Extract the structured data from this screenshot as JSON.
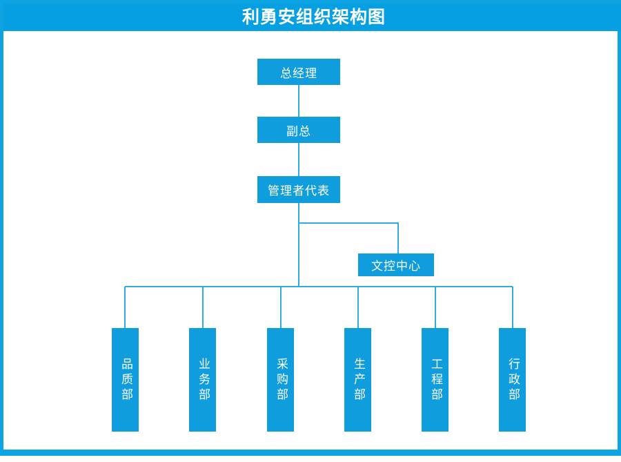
{
  "header": {
    "title": "利勇安组织架构图"
  },
  "colors": {
    "frame_blue": "#0EA3E3",
    "header_blue": "#069FE2",
    "node_fill": "#109DDD",
    "connector_line": "#2BACE3",
    "node_text": "#ffffff",
    "canvas_background": "#ffffff"
  },
  "chart_data": {
    "type": "diagram",
    "title": "利勇安组织架构图",
    "orientation": "top-down",
    "nodes": [
      {
        "id": "gm",
        "label": "总经理",
        "level": 0,
        "shape": "horizontal-box"
      },
      {
        "id": "vgm",
        "label": "副总",
        "level": 1,
        "shape": "horizontal-box"
      },
      {
        "id": "mgr",
        "label": "管理者代表",
        "level": 2,
        "shape": "horizontal-box"
      },
      {
        "id": "doc",
        "label": "文控中心",
        "level": 3,
        "shape": "horizontal-box",
        "staff": true
      },
      {
        "id": "d1",
        "label": "品质部",
        "level": 4,
        "shape": "vertical-box"
      },
      {
        "id": "d2",
        "label": "业务部",
        "level": 4,
        "shape": "vertical-box"
      },
      {
        "id": "d3",
        "label": "采购部",
        "level": 4,
        "shape": "vertical-box"
      },
      {
        "id": "d4",
        "label": "生产部",
        "level": 4,
        "shape": "vertical-box"
      },
      {
        "id": "d5",
        "label": "工程部",
        "level": 4,
        "shape": "vertical-box"
      },
      {
        "id": "d6",
        "label": "行政部",
        "level": 4,
        "shape": "vertical-box"
      }
    ],
    "edges": [
      {
        "from": "gm",
        "to": "vgm"
      },
      {
        "from": "vgm",
        "to": "mgr"
      },
      {
        "from": "mgr",
        "to": "doc"
      },
      {
        "from": "mgr",
        "to": "d1"
      },
      {
        "from": "mgr",
        "to": "d2"
      },
      {
        "from": "mgr",
        "to": "d3"
      },
      {
        "from": "mgr",
        "to": "d4"
      },
      {
        "from": "mgr",
        "to": "d5"
      },
      {
        "from": "mgr",
        "to": "d6"
      }
    ]
  },
  "nodes": {
    "gm": {
      "label": "总经理"
    },
    "vgm": {
      "label": "副总"
    },
    "mgr": {
      "label": "管理者代表"
    },
    "doc": {
      "label": "文控中心"
    },
    "d1": {
      "label": "品质部"
    },
    "d2": {
      "label": "业务部"
    },
    "d3": {
      "label": "采购部"
    },
    "d4": {
      "label": "生产部"
    },
    "d5": {
      "label": "工程部"
    },
    "d6": {
      "label": "行政部"
    }
  }
}
